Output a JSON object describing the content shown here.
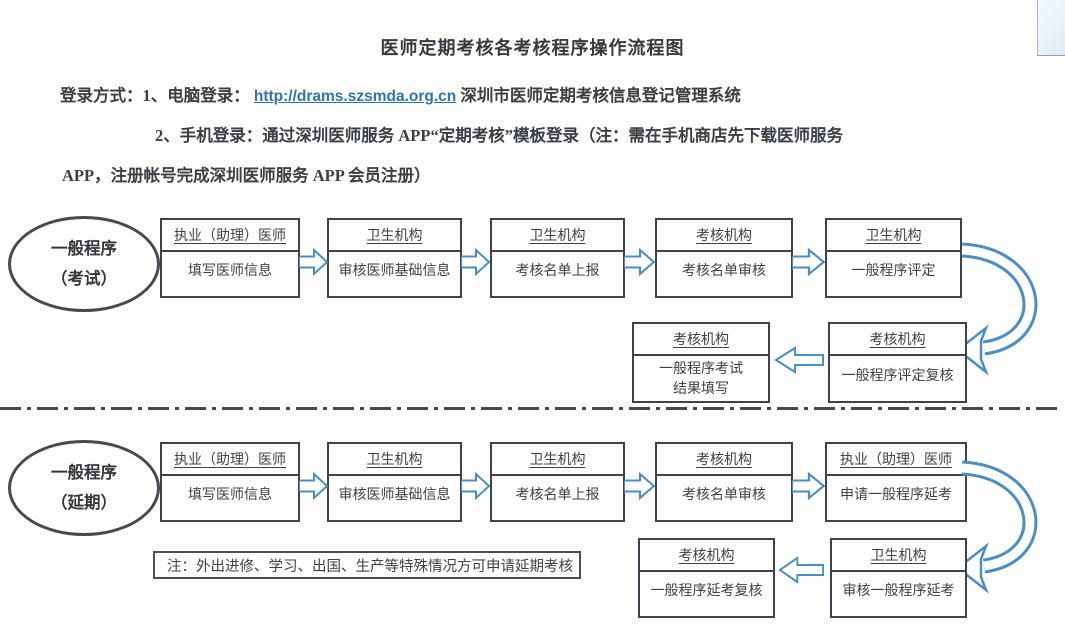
{
  "page": {
    "title": "医师定期考核各考核程序操作流程图"
  },
  "login": {
    "line1_prefix": "登录方式：1、电脑登录：",
    "line1_url": "http://drams.szsmda.org.cn",
    "line1_suffix": "深圳市医师定期考核信息登记管理系统",
    "line2": "2、手机登录：通过深圳医师服务 APP“定期考核”模板登录（注：需在手机商店先下载医师服务",
    "line3": "APP，注册帐号完成深圳医师服务 APP 会员注册）"
  },
  "colors": {
    "arrow_blue": "#4a8ec6",
    "link_blue": "#2e74b5",
    "box_border": "#3d4349"
  },
  "sections": [
    {
      "oval_line1": "一般程序",
      "oval_line2": "（考试）",
      "row1": [
        {
          "header": "执业（助理）医师",
          "body": "填写医师信息"
        },
        {
          "header": "卫生机构",
          "body": "审核医师基础信息"
        },
        {
          "header": "卫生机构",
          "body": "考核名单上报"
        },
        {
          "header": "考核机构",
          "body": "考核名单审核"
        },
        {
          "header": "卫生机构",
          "body": "一般程序评定"
        }
      ],
      "row2": [
        {
          "header": "考核机构",
          "body": "一般程序考试\n结果填写"
        },
        {
          "header": "考核机构",
          "body": "一般程序评定复核"
        }
      ]
    },
    {
      "oval_line1": "一般程序",
      "oval_line2": "（延期）",
      "row1": [
        {
          "header": "执业（助理）医师",
          "body": "填写医师信息"
        },
        {
          "header": "卫生机构",
          "body": "审核医师基础信息"
        },
        {
          "header": "卫生机构",
          "body": "考核名单上报"
        },
        {
          "header": "考核机构",
          "body": "考核名单审核"
        },
        {
          "header": "执业（助理）医师",
          "body": "申请一般程序延考"
        }
      ],
      "row2": [
        {
          "header": "考核机构",
          "body": "一般程序延考复核"
        },
        {
          "header": "卫生机构",
          "body": "审核一般程序延考"
        }
      ],
      "note": "注：外出进修、学习、出国、生产等特殊情况方可申请延期考核"
    }
  ]
}
